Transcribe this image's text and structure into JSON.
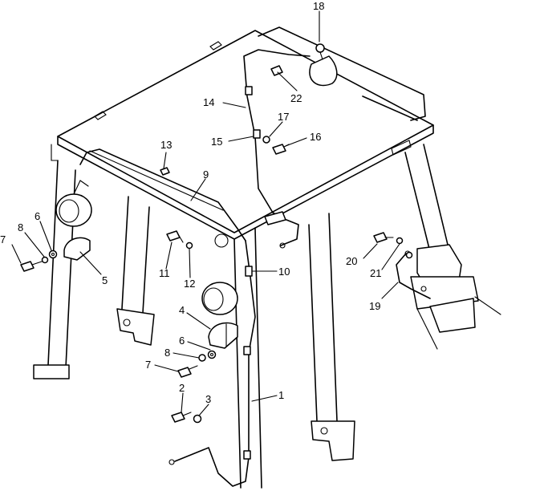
{
  "diagram": {
    "callouts": [
      {
        "id": "c1",
        "label": "1"
      },
      {
        "id": "c2",
        "label": "2"
      },
      {
        "id": "c3",
        "label": "3"
      },
      {
        "id": "c4",
        "label": "4"
      },
      {
        "id": "c5",
        "label": "5"
      },
      {
        "id": "c6a",
        "label": "6"
      },
      {
        "id": "c6b",
        "label": "6"
      },
      {
        "id": "c7a",
        "label": "7"
      },
      {
        "id": "c7b",
        "label": "7"
      },
      {
        "id": "c8a",
        "label": "8"
      },
      {
        "id": "c8b",
        "label": "8"
      },
      {
        "id": "c9",
        "label": "9"
      },
      {
        "id": "c10",
        "label": "10"
      },
      {
        "id": "c11",
        "label": "11"
      },
      {
        "id": "c12",
        "label": "12"
      },
      {
        "id": "c13",
        "label": "13"
      },
      {
        "id": "c14",
        "label": "14"
      },
      {
        "id": "c15",
        "label": "15"
      },
      {
        "id": "c16",
        "label": "16"
      },
      {
        "id": "c17",
        "label": "17"
      },
      {
        "id": "c18",
        "label": "18"
      },
      {
        "id": "c19",
        "label": "19"
      },
      {
        "id": "c20",
        "label": "20"
      },
      {
        "id": "c21",
        "label": "21"
      },
      {
        "id": "c22",
        "label": "22"
      }
    ]
  }
}
